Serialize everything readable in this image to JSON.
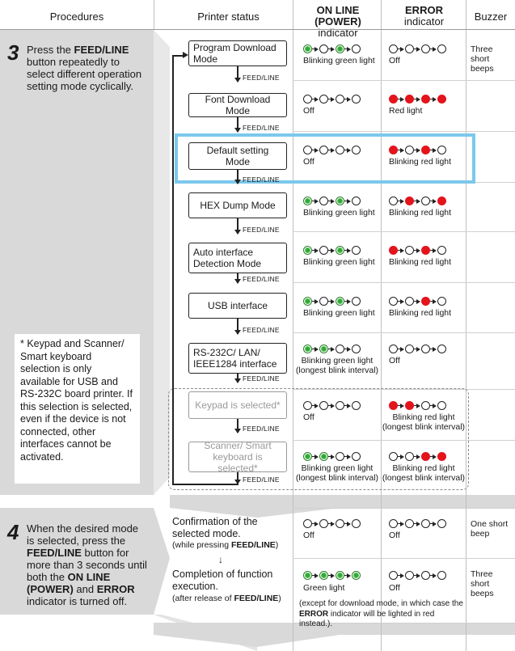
{
  "headers": {
    "procedures": "Procedures",
    "printer_status": "Printer status",
    "online_title": "ON LINE (POWER)",
    "online_sub": "indicator",
    "error_title": "ERROR",
    "error_sub": "indicator",
    "buzzer": "Buzzer"
  },
  "step3": {
    "number": "3",
    "text_prefix": "Press the ",
    "text_bold": "FEED/LINE",
    "text_suffix": " button repeatedly to select different operation setting mode cyclically.",
    "note": "* Keypad and Scanner/ Smart keyboard selection is only available for USB and RS-232C board printer. If this selection is selected, even if the device is not connected, other interfaces cannot be activated."
  },
  "step4": {
    "number": "4",
    "text_a": "When the desired mode is selected, press the ",
    "text_b": "FEED/LINE",
    "text_c": " button for more than 3 seconds until both the ",
    "text_d": "ON LINE (POWER)",
    "text_e": " and ",
    "text_f": "ERROR",
    "text_g": " indicator is turned off."
  },
  "feed_label": "FEED/LINE",
  "modes": [
    {
      "name": "Program Download Mode",
      "online": [
        "g",
        "n",
        "g",
        "n"
      ],
      "online_label": "Blinking green light",
      "error": [
        "n",
        "n",
        "n",
        "n"
      ],
      "error_label": "Off",
      "buzzer": "Three short beeps"
    },
    {
      "name": "Font Download Mode",
      "online": [
        "n",
        "n",
        "n",
        "n"
      ],
      "online_label": "Off",
      "error": [
        "r",
        "r",
        "r",
        "r"
      ],
      "error_label": "Red light",
      "buzzer": ""
    },
    {
      "name": "Default setting Mode",
      "online": [
        "n",
        "n",
        "n",
        "n"
      ],
      "online_label": "Off",
      "error": [
        "r",
        "n",
        "r",
        "n"
      ],
      "error_label": "Blinking red light",
      "buzzer": ""
    },
    {
      "name": "HEX Dump Mode",
      "online": [
        "g",
        "n",
        "g",
        "n"
      ],
      "online_label": "Blinking green light",
      "error": [
        "n",
        "r",
        "n",
        "r"
      ],
      "error_label": "Blinking red light",
      "buzzer": ""
    },
    {
      "name": "Auto interface Detection Mode",
      "online": [
        "g",
        "n",
        "g",
        "n"
      ],
      "online_label": "Blinking green light",
      "error": [
        "r",
        "n",
        "r",
        "n"
      ],
      "error_label": "Blinking red light",
      "buzzer": ""
    },
    {
      "name": "USB interface",
      "online": [
        "g",
        "n",
        "g",
        "n"
      ],
      "online_label": "Blinking green light",
      "error": [
        "n",
        "n",
        "r",
        "n"
      ],
      "error_label": "Blinking red light",
      "buzzer": ""
    },
    {
      "name": "RS-232C/ LAN/ IEEE1284 interface",
      "online": [
        "g",
        "g",
        "n",
        "n"
      ],
      "online_label": "Blinking green light (longest blink interval)",
      "error": [
        "n",
        "n",
        "n",
        "n"
      ],
      "error_label": "Off",
      "buzzer": ""
    },
    {
      "name": "Keypad is selected*",
      "online": [
        "n",
        "n",
        "n",
        "n"
      ],
      "online_label": "Off",
      "error": [
        "r",
        "r",
        "n",
        "n"
      ],
      "error_label": "Blinking red light (longest blink interval)",
      "buzzer": ""
    },
    {
      "name": "Scanner/ Smart keyboard is selected*",
      "online": [
        "g",
        "g",
        "n",
        "n"
      ],
      "online_label": "Blinking green light (longest blink interval)",
      "error": [
        "n",
        "n",
        "r",
        "r"
      ],
      "error_label": "Blinking red light (longest blink interval)",
      "buzzer": ""
    }
  ],
  "confirm": {
    "title": "Confirmation of the selected mode.",
    "sub_prefix": "(while pressing ",
    "sub_bold": "FEED/LINE",
    "sub_suffix": ")",
    "online_label": "Off",
    "error_label": "Off",
    "buzzer": "One short beep"
  },
  "complete": {
    "title": "Completion of function execution.",
    "sub_prefix": "(after release of ",
    "sub_bold": "FEED/LINE",
    "sub_suffix": ")",
    "online_label": "Green light",
    "error_label": "Off",
    "buzzer": "Three short beeps",
    "footnote_a": "(except for download mode, in which case the ",
    "footnote_b": "ERROR",
    "footnote_c": " indicator will be lighted in red instead.)."
  },
  "colors": {
    "highlight": "#7cc8ec",
    "gray_band": "#d9d9d9",
    "green": "#2ea836",
    "red": "#e3141b"
  }
}
